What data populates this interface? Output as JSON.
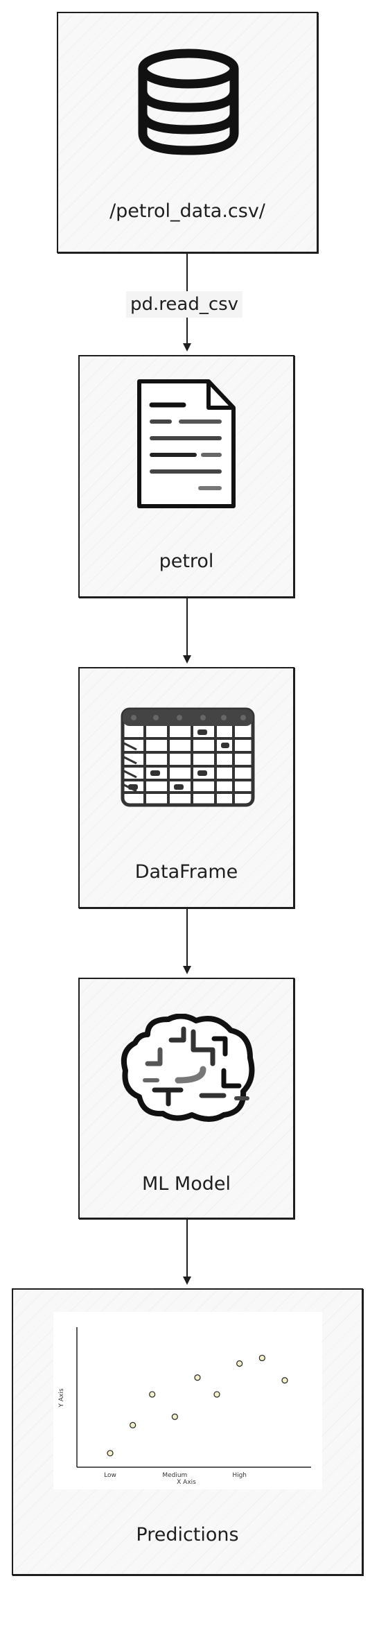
{
  "nodes": {
    "source": {
      "label": "/petrol_data.csv/",
      "icon": "database-icon"
    },
    "petrol": {
      "label": "petrol",
      "icon": "document-icon"
    },
    "dataframe": {
      "label": "DataFrame",
      "icon": "table-icon"
    },
    "model": {
      "label": "ML Model",
      "icon": "brain-icon"
    },
    "predictions": {
      "label": "Predictions",
      "icon": "scatter-plot-icon"
    }
  },
  "edges": [
    {
      "from": "source",
      "to": "petrol",
      "label": "pd.read_csv"
    },
    {
      "from": "petrol",
      "to": "dataframe",
      "label": ""
    },
    {
      "from": "dataframe",
      "to": "model",
      "label": ""
    },
    {
      "from": "model",
      "to": "predictions",
      "label": ""
    }
  ],
  "chart_data": {
    "type": "scatter",
    "categories": [
      "Low",
      "Medium",
      "High"
    ],
    "xlabel": "X Axis",
    "ylabel": "Y Axis",
    "points": [
      {
        "x": 0.0,
        "y": 1.0
      },
      {
        "x": 0.35,
        "y": 3.0
      },
      {
        "x": 0.65,
        "y": 5.2
      },
      {
        "x": 1.0,
        "y": 3.6
      },
      {
        "x": 1.35,
        "y": 6.4
      },
      {
        "x": 1.65,
        "y": 5.2
      },
      {
        "x": 2.0,
        "y": 7.4
      },
      {
        "x": 2.35,
        "y": 7.8
      },
      {
        "x": 2.7,
        "y": 6.2
      }
    ],
    "xlim": [
      -0.3,
      3.0
    ],
    "ylim": [
      0,
      10
    ],
    "point_color": "#f5f0c8"
  }
}
